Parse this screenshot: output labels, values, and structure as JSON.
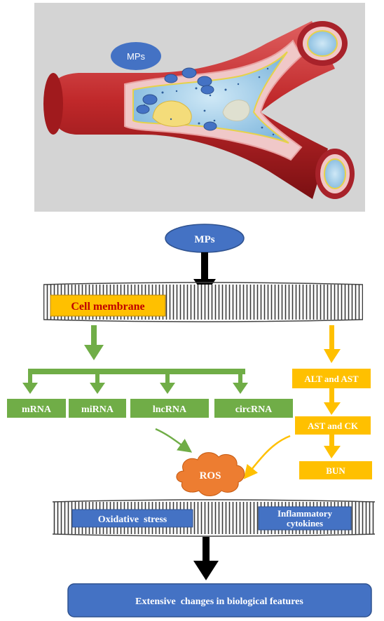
{
  "illustration": {
    "mps_label": "MPs"
  },
  "flow": {
    "mps_node": "MPs",
    "cell_membrane": "Cell membrane",
    "rna_types": [
      "mRNA",
      "miRNA",
      "lncRNA",
      "circRNA"
    ],
    "enzymes": [
      "ALT and AST",
      "AST and CK",
      "BUN"
    ],
    "ros": "ROS",
    "oxidative_stress": "Oxidative  stress",
    "inflammatory_line1": "Inflammatory",
    "inflammatory_line2": "cytokines",
    "result": "Extensive  changes in biological features"
  },
  "colors": {
    "blue_node": "#4472c4",
    "green": "#70ad47",
    "orange": "#ffc000",
    "ros": "#ed7d31",
    "membrane_label_text": "#c00000"
  }
}
